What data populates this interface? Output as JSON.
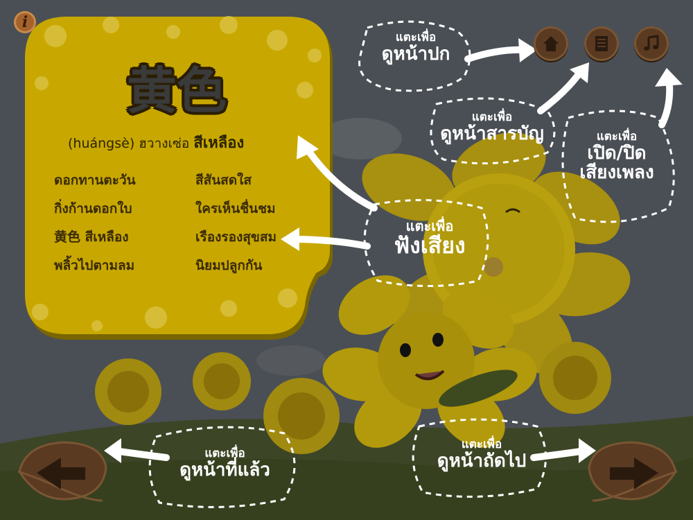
{
  "info": {
    "glyph": "i"
  },
  "bubble": {
    "title": "黄色",
    "pinyin": "(huángsè)",
    "thai_reading": "ฮวางเซ่อ",
    "thai_meaning": "สีเหลือง",
    "lines_left": [
      "ดอกทานตะวัน",
      "กิ่งก้านดอกใบ",
      "黄色 สีเหลือง",
      "พลิ้วไปตามลม"
    ],
    "lines_right": [
      "สีสันสดใส",
      "ใครเห็นชื่นชม",
      "เรืองรองสุขสม",
      "นิยมปลูกกัน"
    ]
  },
  "hints": {
    "cover": {
      "small": "แตะเพื่อ",
      "large": "ดูหน้าปก"
    },
    "contents": {
      "small": "แตะเพื่อ",
      "large": "ดูหน้าสารบัญ"
    },
    "music": {
      "small": "แตะเพื่อ",
      "large1": "เปิด/ปิด",
      "large2": "เสียงเพลง"
    },
    "listen": {
      "small": "แตะเพื่อ",
      "large": "ฟังเสียง"
    },
    "prev": {
      "small": "แตะเพื่อ",
      "large": "ดูหน้าที่แล้ว"
    },
    "next": {
      "small": "แตะเพื่อ",
      "large": "ดูหน้าถัดไป"
    }
  },
  "colors": {
    "overlay": "#4a4f55",
    "bubble": "#d8b800",
    "button": "#5b3a22",
    "hint_text": "#ffffff"
  }
}
